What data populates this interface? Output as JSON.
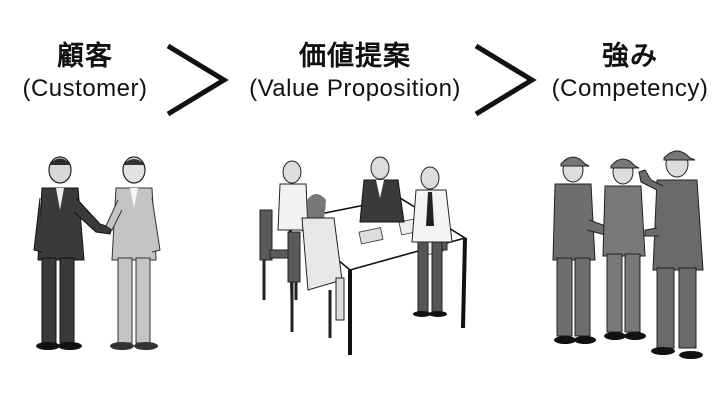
{
  "columns": [
    {
      "title_jp": "顧客",
      "title_en": "(Customer)",
      "illustration": "business-handshake"
    },
    {
      "title_jp": "価値提案",
      "title_en": "(Value Proposition)",
      "illustration": "meeting-table"
    },
    {
      "title_jp": "強み",
      "title_en": "(Competency)",
      "illustration": "workers-group"
    }
  ],
  "arrow_symbol": "＞",
  "colors": {
    "text": "#111111",
    "suit_dark": "#3a3a3a",
    "suit_light": "#bdbdbd",
    "worker": "#6e6e6e"
  }
}
